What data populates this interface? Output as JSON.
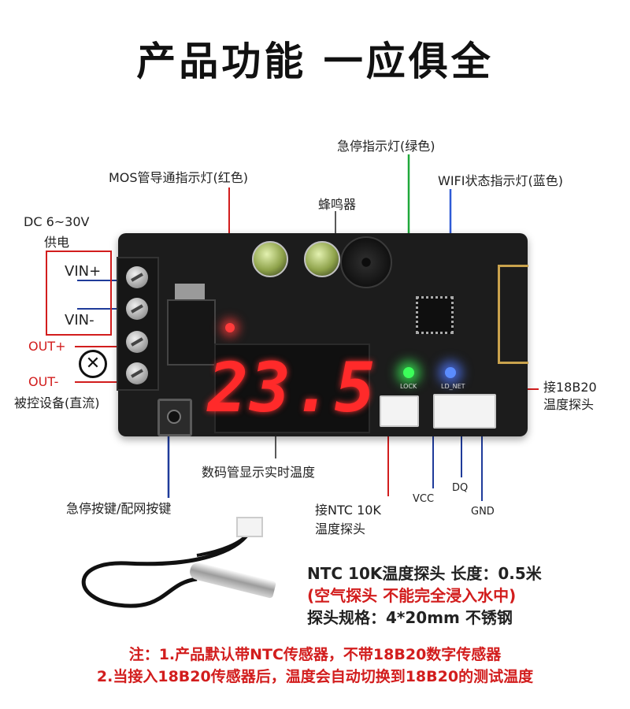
{
  "title": "产品功能  一应俱全",
  "labels": {
    "mos_led": "MOS管导通指示灯(红色)",
    "estop_led": "急停指示灯(绿色)",
    "wifi_led": "WIFI状态指示灯(蓝色)",
    "buzzer": "蜂鸣器",
    "dc_supply_1": "DC 6~30V",
    "dc_supply_2": "供电",
    "vin_plus": "VIN+",
    "vin_minus": "VIN-",
    "out_plus": "OUT+",
    "out_minus": "OUT-",
    "device": "被控设备(直流)",
    "ds18b20_1": "接18B20",
    "ds18b20_2": "温度探头",
    "display": "数码管显示实时温度",
    "button": "急停按键/配网按键",
    "ntc_1": "接NTC 10K",
    "ntc_2": "温度探头",
    "vcc": "VCC",
    "dq": "DQ",
    "gnd": "GND"
  },
  "display_value": "23.5",
  "silkscreen": {
    "lock": "LOCK",
    "net": "LD_NET"
  },
  "specs": {
    "line1": "NTC 10K温度探头 长度：0.5米",
    "line2": "(空气探头  不能完全浸入水中)",
    "line3": "探头规格：4*20mm  不锈钢"
  },
  "notes": {
    "line1": "注：1.产品默认带NTC传感器，不带18B20数字传感器",
    "line2": "2.当接入18B20传感器后，温度会自动切换到18B20的测试温度"
  },
  "colors": {
    "accent_red": "#d21d1d",
    "led_green": "#3cff5a",
    "led_blue": "#5b8cff",
    "segment_red": "#ff2a2a"
  }
}
